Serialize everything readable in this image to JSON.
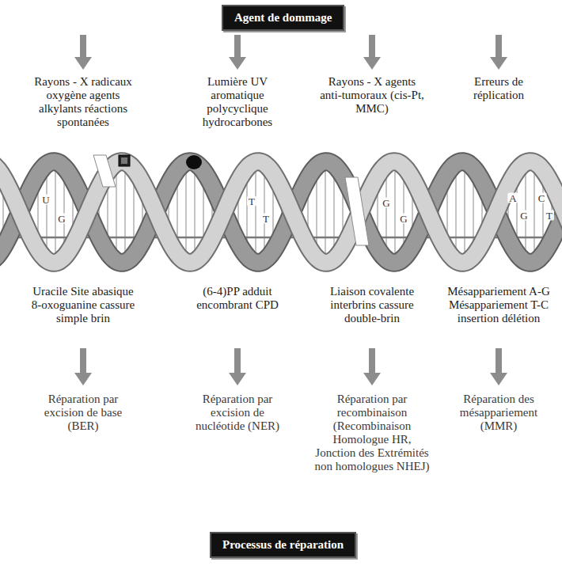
{
  "diagram": {
    "nodes": [
      {
        "text": [
          "Agent de dommage"
        ]
      },
      {
        "text": [
          "Processus de réparation"
        ]
      }
    ],
    "labels": [
      "Rayons - X radicaux oxygène agents alkylants réactions spontanées",
      "Lumière UV aromatique polycyclique hydrocarbones",
      "Rayons - X agents anti-tumoraux (cis-Pt, MMC)",
      "Erreurs de réplication",
      "U",
      "G",
      "T",
      "T",
      "G",
      "G",
      "A",
      "G",
      "C",
      "T",
      "Uracile Site abasique 8-oxoguanine cassure simple brin",
      "(6-4)PP adduit encombrant CPD",
      "Liaison covalente interbrins cassure double-brin",
      "Mésappariement A-G Mésappariement T-C insertion délétion",
      "Réparation par excision de base (BER)",
      "Réparation par excision de nucléotide (NER)",
      "Réparation par recombinaison (Recombinaison Homologue HR, Jonction des Extrémités non homologues NHEJ)",
      "Réparation des mésappariement (MMR)"
    ]
  }
}
